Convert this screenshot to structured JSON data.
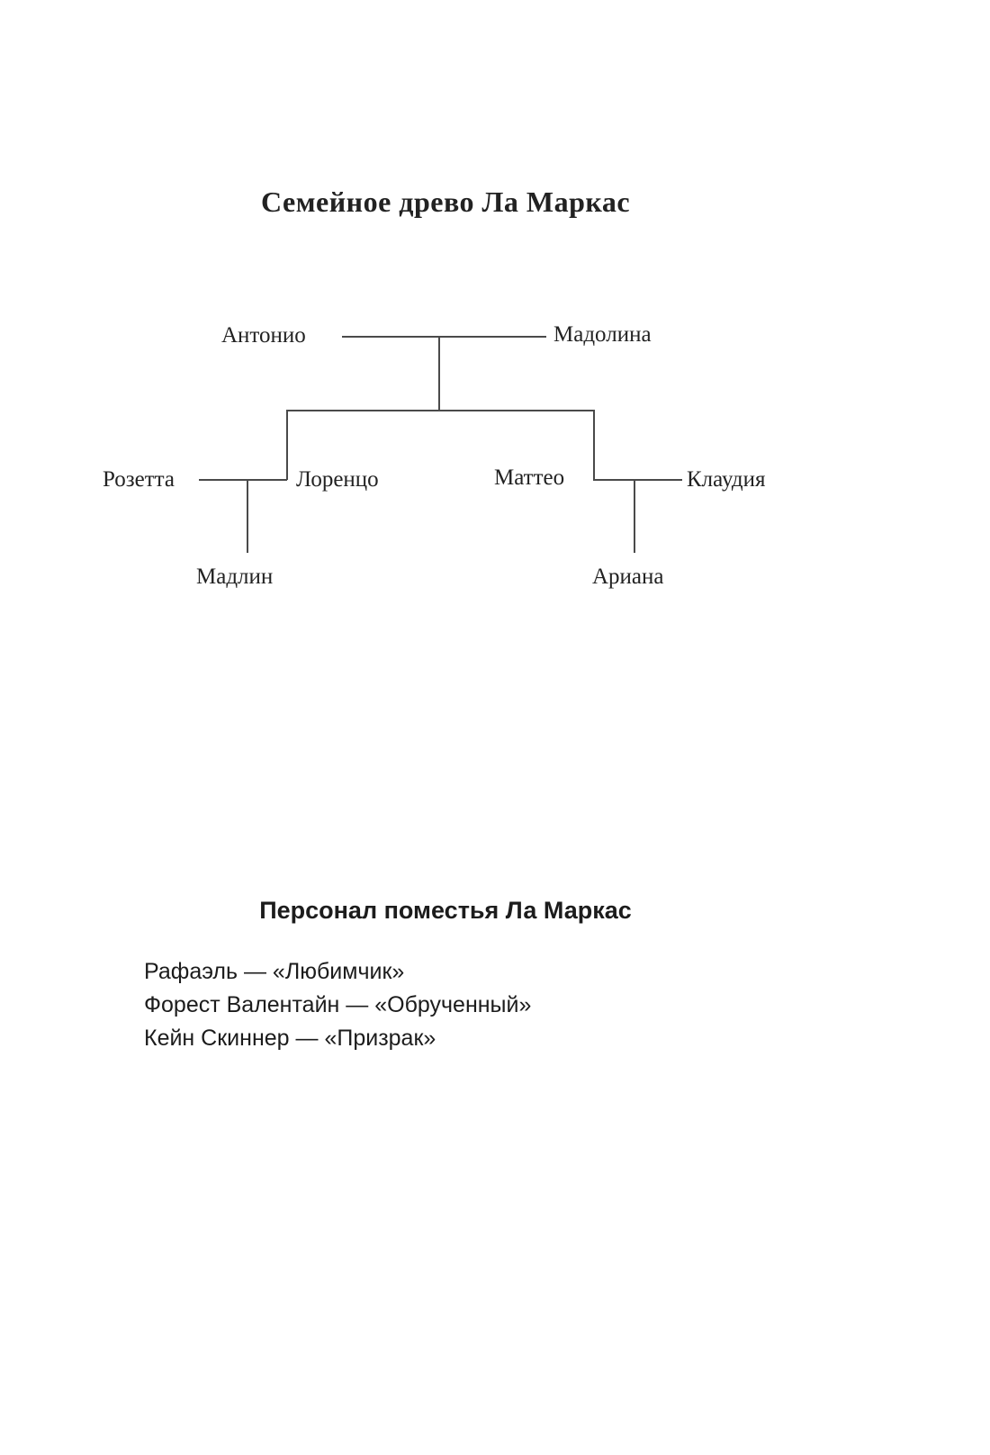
{
  "page": {
    "background_color": "#ffffff",
    "text_color": "#1c1c1c",
    "line_color": "#4a4a4a"
  },
  "family_tree": {
    "title": "Семейное древо Ла Маркас",
    "generation1": {
      "father": "Антонио",
      "mother": "Мадолина"
    },
    "generation2": {
      "lorenzo_spouse": "Розетта",
      "lorenzo": "Лоренцо",
      "matteo": "Маттео",
      "matteo_spouse": "Клаудия"
    },
    "generation3": {
      "madlin": "Мадлин",
      "ariana": "Ариана"
    }
  },
  "staff": {
    "title": "Персонал поместья Ла Маркас",
    "items": [
      "Рафаэль — «Любимчик»",
      "Форест Валентайн — «Обрученный»",
      "Кейн Скиннер — «Призрак»"
    ]
  }
}
